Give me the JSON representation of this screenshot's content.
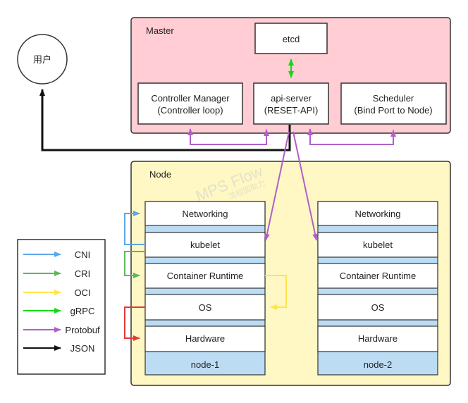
{
  "master": {
    "label": "Master"
  },
  "node": {
    "label": "Node"
  },
  "etcd": {
    "label": "etcd"
  },
  "controller_manager": {
    "line1": "Controller Manager",
    "line2": "(Controller loop)"
  },
  "api_server": {
    "line1": "api-server",
    "line2": "(RESET-API)"
  },
  "scheduler": {
    "line1": "Scheduler",
    "line2": "(Bind Port to Node)"
  },
  "user": {
    "label": "用户"
  },
  "node1": {
    "layers": [
      "Networking",
      "kubelet",
      "Container Runtime",
      "OS",
      "Hardware"
    ],
    "name": "node-1"
  },
  "node2": {
    "layers": [
      "Networking",
      "kubelet",
      "Container Runtime",
      "OS",
      "Hardware"
    ],
    "name": "node-2"
  },
  "legend": [
    {
      "label": "CNI",
      "color": "#5aa8e8"
    },
    {
      "label": "CRI",
      "color": "#5cb85c"
    },
    {
      "label": "OCI",
      "color": "#ffe44d"
    },
    {
      "label": "gRPC",
      "color": "#16d916"
    },
    {
      "label": "Protobuf",
      "color": "#b05fc8"
    },
    {
      "label": "JSON",
      "color": "#111111"
    }
  ],
  "colors": {
    "master_fill": "#ffcdd3",
    "node_fill": "#fff8c4",
    "layer_sep": "#bcdcf4",
    "red_arrow": "#e53935"
  },
  "watermark": {
    "line1": "MPS Flow",
    "line2": "流程图助力"
  }
}
